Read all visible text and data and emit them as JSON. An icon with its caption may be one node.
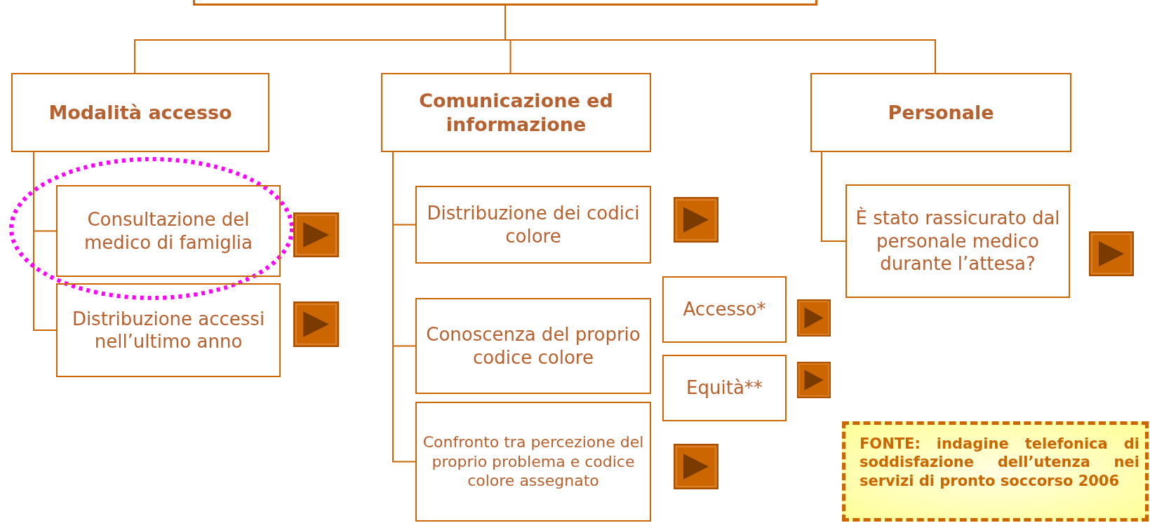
{
  "diagram": {
    "nodes": [
      {
        "text": [],
        "shape": "box"
      },
      {
        "text": [
          "Modalità accesso"
        ]
      },
      {
        "text": [
          "Comunicazione ed informazione"
        ]
      },
      {
        "text": [
          "Personale"
        ]
      },
      {
        "text": [
          "Consultazione del medico di famiglia"
        ]
      },
      {
        "text": [
          "Distribuzione accessi nell’ultimo anno"
        ]
      },
      {
        "text": [
          "Distribuzione dei codici colore"
        ]
      },
      {
        "text": [
          "Conoscenza del proprio codice colore"
        ]
      },
      {
        "text": [
          "Accesso*"
        ]
      },
      {
        "text": [
          "Equità**"
        ]
      },
      {
        "text": [
          "Confronto tra percezione del proprio problema e codice colore assegnato"
        ]
      },
      {
        "text": [
          "È stato rassicurato dal personale medico durante l’attesa?"
        ]
      },
      {
        "text": [
          "FONTE: indagine telefonica di soddisfazione dell’utenza nei servizi di pronto soccorso 2006"
        ]
      }
    ],
    "edges": [
      {
        "from": 0,
        "to": 1,
        "arrow": "none"
      },
      {
        "from": 0,
        "to": 2,
        "arrow": "none"
      },
      {
        "from": 0,
        "to": 3,
        "arrow": "none"
      },
      {
        "from": 1,
        "to": 4,
        "arrow": "none"
      },
      {
        "from": 1,
        "to": 5,
        "arrow": "none"
      },
      {
        "from": 2,
        "to": 6,
        "arrow": "none"
      },
      {
        "from": 2,
        "to": 7,
        "arrow": "none"
      },
      {
        "from": 2,
        "to": 10,
        "arrow": "none"
      },
      {
        "from": 3,
        "to": 11,
        "arrow": "none"
      }
    ]
  }
}
